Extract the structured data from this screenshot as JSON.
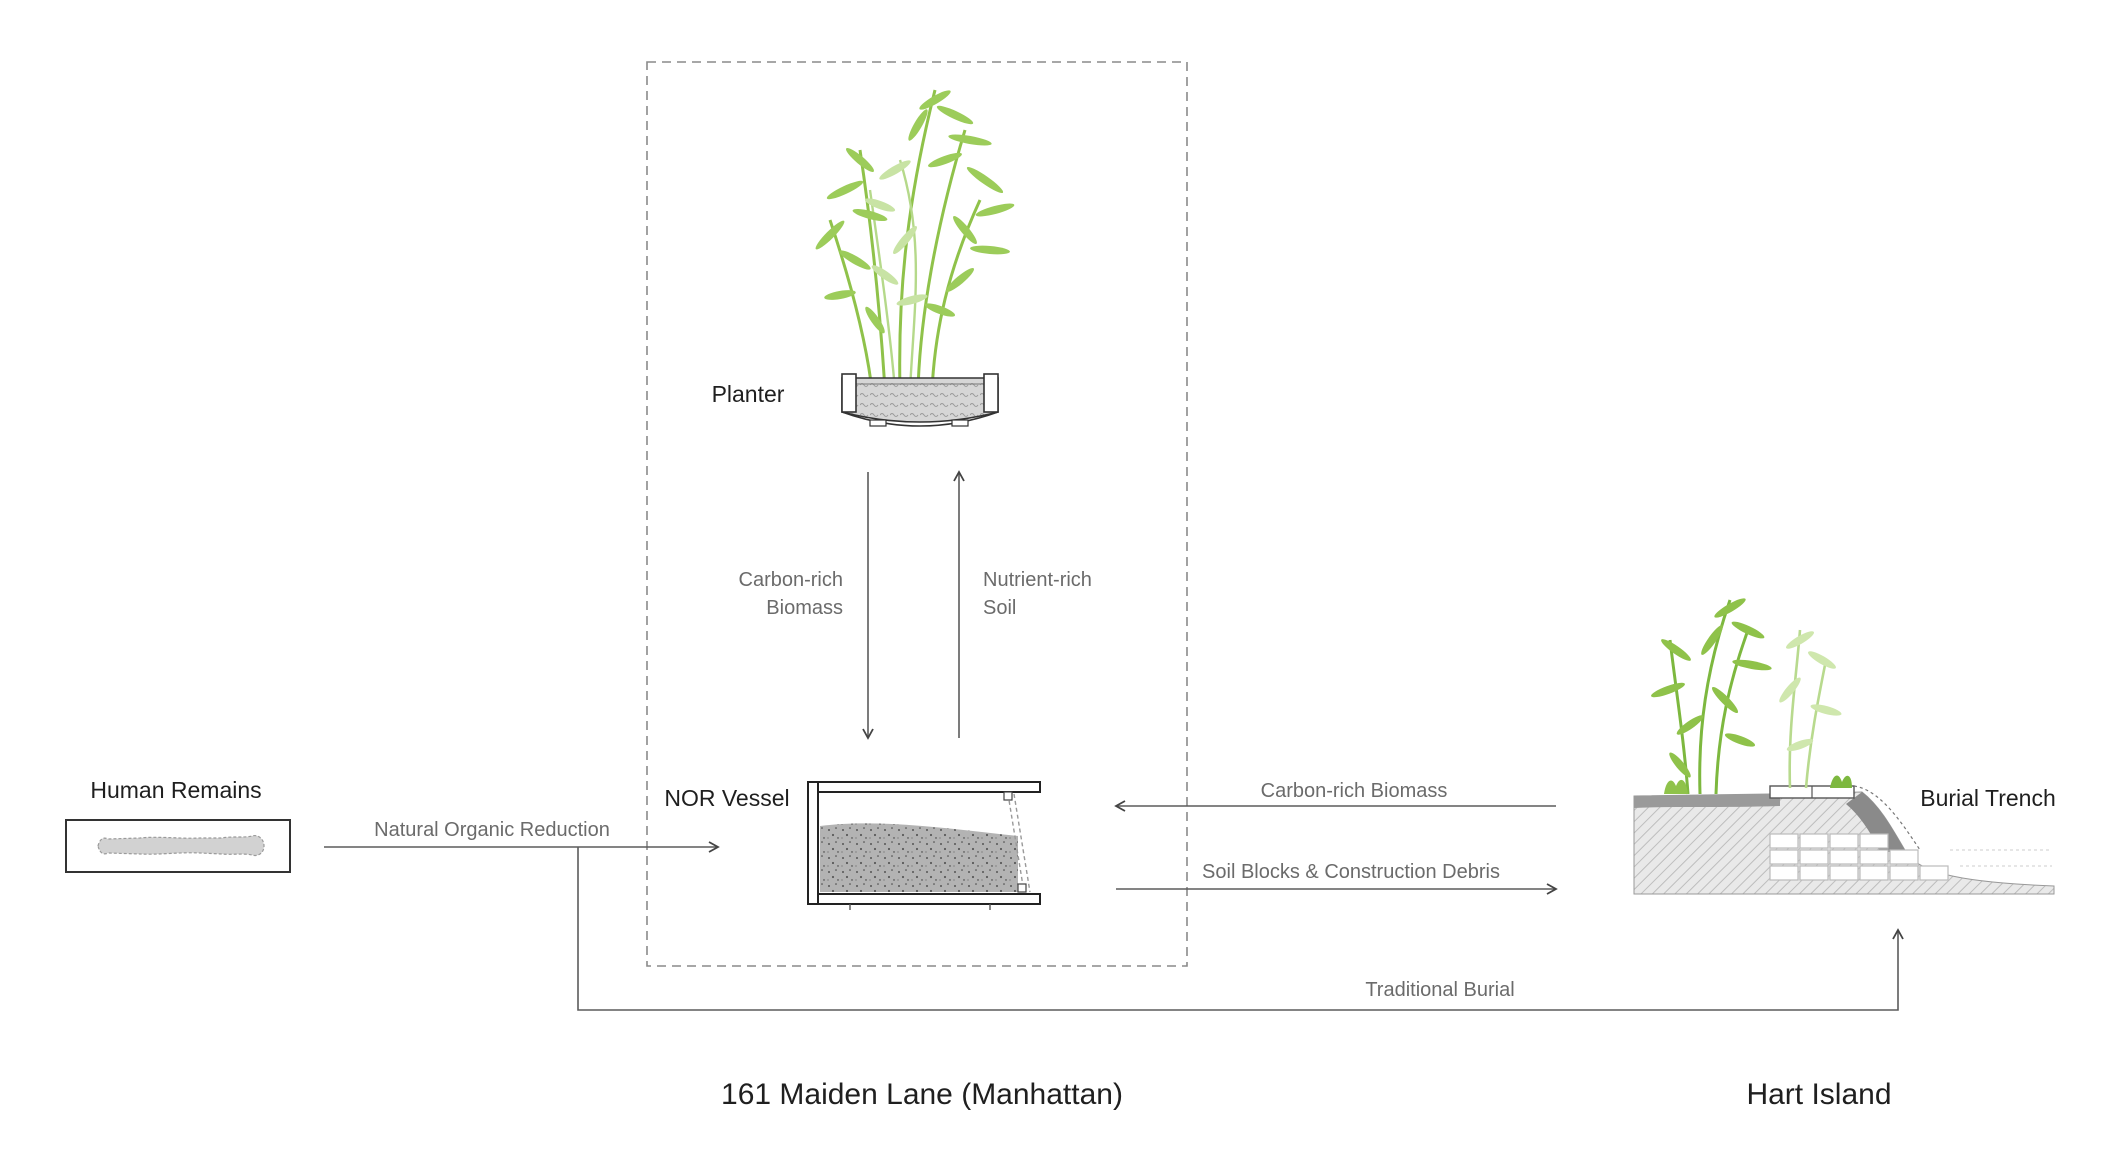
{
  "nodes": {
    "human_remains": "Human Remains",
    "nor_vessel": "NOR Vessel",
    "planter": "Planter",
    "burial_trench": "Burial Trench"
  },
  "flows": {
    "natural_organic_reduction": "Natural Organic Reduction",
    "carbon_biomass_down_l1": "Carbon-rich",
    "carbon_biomass_down_l2": "Biomass",
    "nutrient_soil_up_l1": "Nutrient-rich",
    "nutrient_soil_up_l2": "Soil",
    "carbon_biomass_return": "Carbon-rich Biomass",
    "soil_blocks": "Soil Blocks & Construction Debris",
    "traditional_burial": "Traditional Burial"
  },
  "sites": {
    "manhattan": "161 Maiden Lane (Manhattan)",
    "hart_island": "Hart Island"
  },
  "colors": {
    "line": "#5c5c5c",
    "plant_green": "#8fc24a",
    "soil_grey": "#9a9a9a"
  }
}
